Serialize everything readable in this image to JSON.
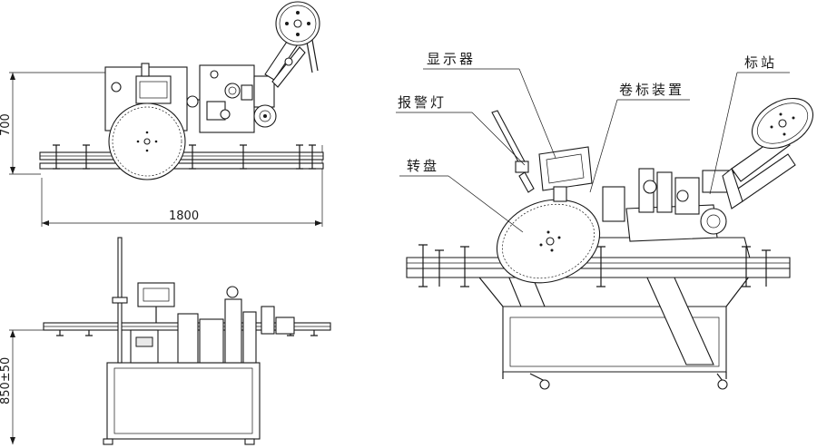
{
  "dimensions": {
    "height_top": "700",
    "width": "1800",
    "height_floor": "850±50"
  },
  "labels": {
    "display": "显示器",
    "warning_light": "报警灯",
    "label_roll_device": "卷标装置",
    "turntable": "转盘",
    "label_station": "标站"
  }
}
